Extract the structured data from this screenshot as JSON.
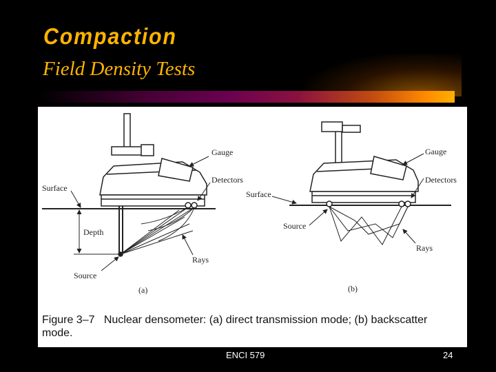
{
  "slide": {
    "title": "Compaction",
    "subtitle": "Field Density Tests",
    "footer_center": "ENCI 579",
    "page_number": "24",
    "colors": {
      "title": "#ffb400",
      "background": "#000000"
    }
  },
  "figure": {
    "panel_a": {
      "labels": {
        "gauge": "Gauge",
        "detectors": "Detectors",
        "surface": "Surface",
        "depth": "Depth",
        "rays": "Rays",
        "source": "Source",
        "panel": "(a)"
      }
    },
    "panel_b": {
      "labels": {
        "gauge": "Gauge",
        "detectors": "Detectors",
        "surface": "Surface",
        "source": "Source",
        "rays": "Rays",
        "panel": "(b)"
      }
    },
    "caption": {
      "lead": "Figure 3–7",
      "text": "Nuclear densometer: (a) direct transmission mode; (b) backscatter mode."
    }
  }
}
